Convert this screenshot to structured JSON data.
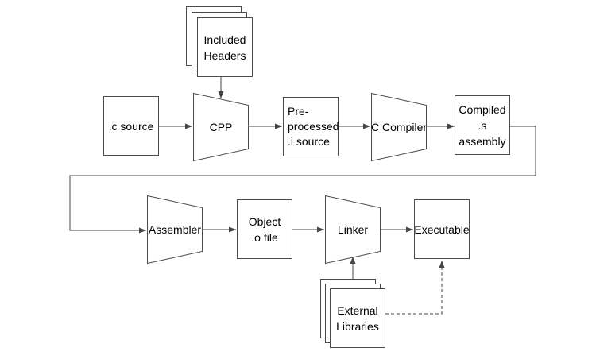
{
  "canvas": {
    "background": "#ffffff",
    "line_color": "#454545",
    "text_color": "#000000"
  },
  "nodes": {
    "c_source": {
      "label": ".c source"
    },
    "included_headers": {
      "lines": [
        "Included",
        "Headers"
      ]
    },
    "cpp": {
      "label": "CPP"
    },
    "preprocessed": {
      "lines": [
        "Pre-",
        "processed",
        ".i source"
      ]
    },
    "c_compiler": {
      "label": "C Compiler"
    },
    "compiled": {
      "lines": [
        "Compiled",
        ".s assembly"
      ]
    },
    "assembler": {
      "label": "Assembler"
    },
    "object_file": {
      "lines": [
        "Object",
        ".o file"
      ]
    },
    "linker": {
      "label": "Linker"
    },
    "executable": {
      "label": "Executable"
    },
    "external_libraries": {
      "lines": [
        "External",
        "Libraries"
      ]
    }
  },
  "edges": [
    {
      "from": "c_source",
      "to": "cpp",
      "style": "solid"
    },
    {
      "from": "included_headers",
      "to": "cpp",
      "style": "solid"
    },
    {
      "from": "cpp",
      "to": "preprocessed",
      "style": "solid"
    },
    {
      "from": "preprocessed",
      "to": "c_compiler",
      "style": "solid"
    },
    {
      "from": "c_compiler",
      "to": "compiled",
      "style": "solid"
    },
    {
      "from": "compiled",
      "to": "assembler",
      "style": "solid"
    },
    {
      "from": "assembler",
      "to": "object_file",
      "style": "solid"
    },
    {
      "from": "object_file",
      "to": "linker",
      "style": "solid"
    },
    {
      "from": "linker",
      "to": "executable",
      "style": "solid"
    },
    {
      "from": "external_libraries",
      "to": "linker",
      "style": "solid"
    },
    {
      "from": "external_libraries",
      "to": "executable",
      "style": "dashed"
    }
  ]
}
